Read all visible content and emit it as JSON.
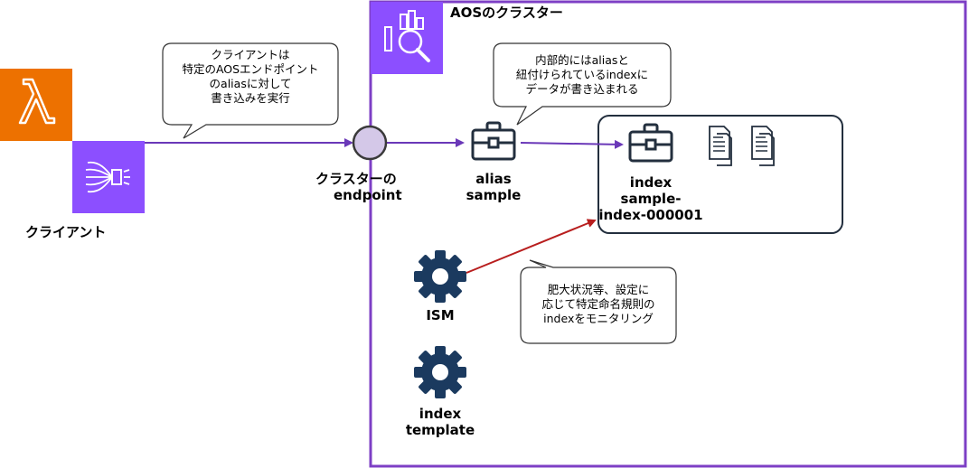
{
  "cluster": {
    "title": "AOSのクラスター"
  },
  "client": {
    "label": "クライアント"
  },
  "callouts": {
    "client": [
      "クライアントは",
      "特定のAOSエンドポイント",
      "のaliasに対して",
      "書き込みを実行"
    ],
    "alias": [
      "内部的にはaliasと",
      "紐付けられているindexに",
      "データが書き込まれる"
    ],
    "ism": [
      "肥大状況等、設定に",
      "応じて特定命名規則の",
      "indexをモニタリング"
    ]
  },
  "endpoint": {
    "label": [
      "クラスターの",
      "endpoint"
    ]
  },
  "alias": {
    "label": [
      "alias",
      "sample"
    ]
  },
  "index": {
    "label": [
      "index",
      "sample-",
      "index-000001"
    ]
  },
  "ism": {
    "label": "ISM"
  },
  "template": {
    "label": [
      "index",
      "template"
    ]
  },
  "colors": {
    "lambda": "#ED7100",
    "purple": "#8C4FFF",
    "cluster_border": "#7D3FC5",
    "arrow_purple": "#6A38B8",
    "arrow_red": "#B81E1E",
    "endpoint_fill": "#D4C8E8",
    "gear": "#1B3A5F"
  }
}
